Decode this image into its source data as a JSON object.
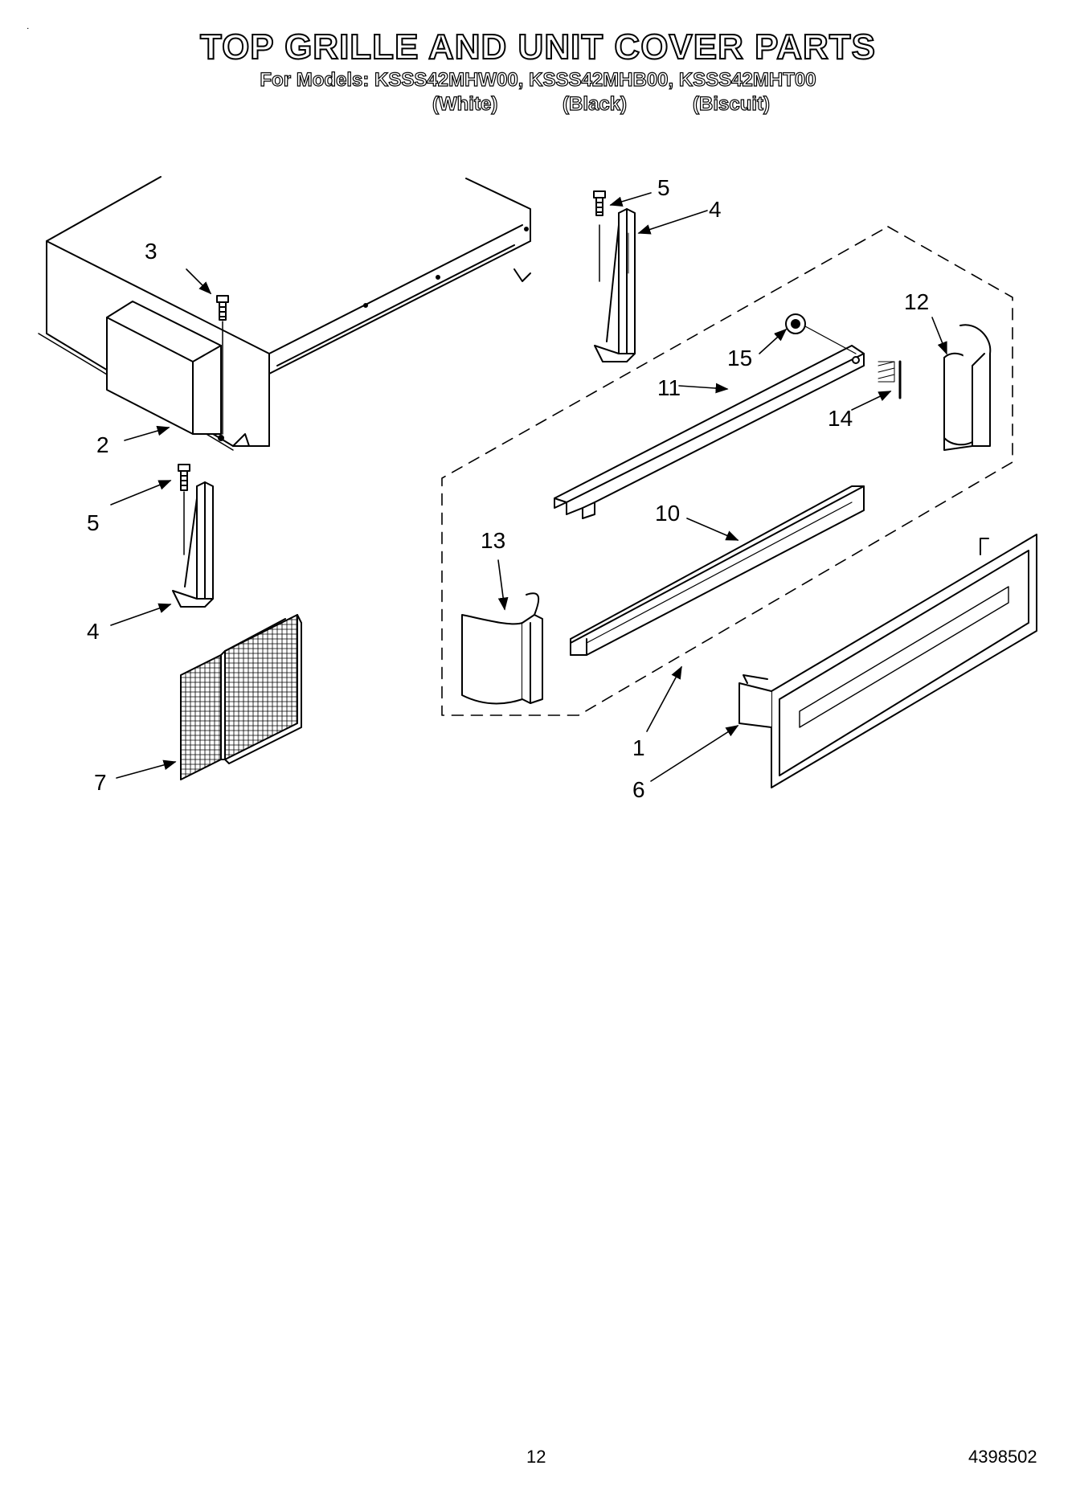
{
  "header": {
    "title": "TOP GRILLE AND UNIT COVER PARTS",
    "models": "For Models: KSSS42MHW00, KSSS42MHB00, KSSS42MHT00",
    "variants": [
      "(White)",
      "(Black)",
      "(Biscuit)"
    ]
  },
  "callouts": {
    "c1": "1",
    "c2": "2",
    "c3": "3",
    "c4a": "4",
    "c4b": "4",
    "c5a": "5",
    "c5b": "5",
    "c6": "6",
    "c7": "7",
    "c10": "10",
    "c11": "11",
    "c12": "12",
    "c13": "13",
    "c14": "14",
    "c15": "15"
  },
  "footer": {
    "page_number": "12",
    "document_number": "4398502"
  },
  "colors": {
    "ink": "#000000",
    "paper": "#ffffff"
  }
}
